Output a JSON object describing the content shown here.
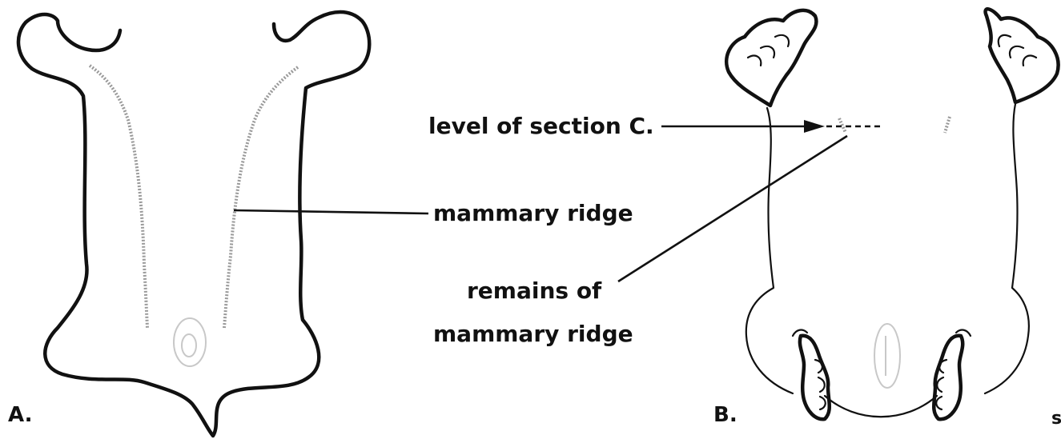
{
  "panels": {
    "a": {
      "letter": "A."
    },
    "b": {
      "letter": "B."
    }
  },
  "labels": {
    "level_of_section": "level of section C.",
    "mammary_ridge": "mammary ridge",
    "remains_line1": "remains of",
    "remains_line2": "mammary ridge"
  },
  "edge_mark": "s"
}
